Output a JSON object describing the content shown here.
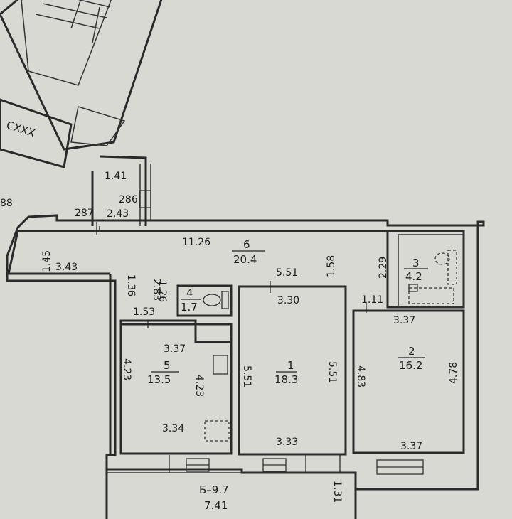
{
  "stair_label": "СХХХ",
  "corridor_dims": {
    "d1": "1.41",
    "d2": "286",
    "d3": "287",
    "d4": "2.43",
    "d5": "88"
  },
  "rooms": [
    {
      "id": "6",
      "area": "20.4"
    },
    {
      "id": "4",
      "area": "1.7"
    },
    {
      "id": "1",
      "area": "18.3"
    },
    {
      "id": "3",
      "area": "4.2"
    },
    {
      "id": "2",
      "area": "16.2"
    },
    {
      "id": "5",
      "area": "13.5"
    }
  ],
  "dimensions": {
    "hall_len": "11.26",
    "left_h": "1.45",
    "left_w": "3.43",
    "hall_h": "2.83",
    "small_a": "1.36",
    "small_b": "1.26",
    "small_c": "1.53",
    "r1_top_a": "5.51",
    "r1_top_b": "3.30",
    "r1_left": "5.51",
    "r1_right": "5.51",
    "r1_bottom": "3.33",
    "hall_right": "1.58",
    "r3_h": "2.29",
    "r3_w": "1.11",
    "r2_top": "3.37",
    "r2_left": "4.83",
    "r2_right": "4.78",
    "r2_bottom": "3.37",
    "r5_top": "3.37",
    "r5_left": "4.23",
    "r5_right": "4.23",
    "r5_bottom": "3.34"
  },
  "balcony": {
    "label": "Б–9.7",
    "width": "7.41",
    "depth": "1.31"
  }
}
